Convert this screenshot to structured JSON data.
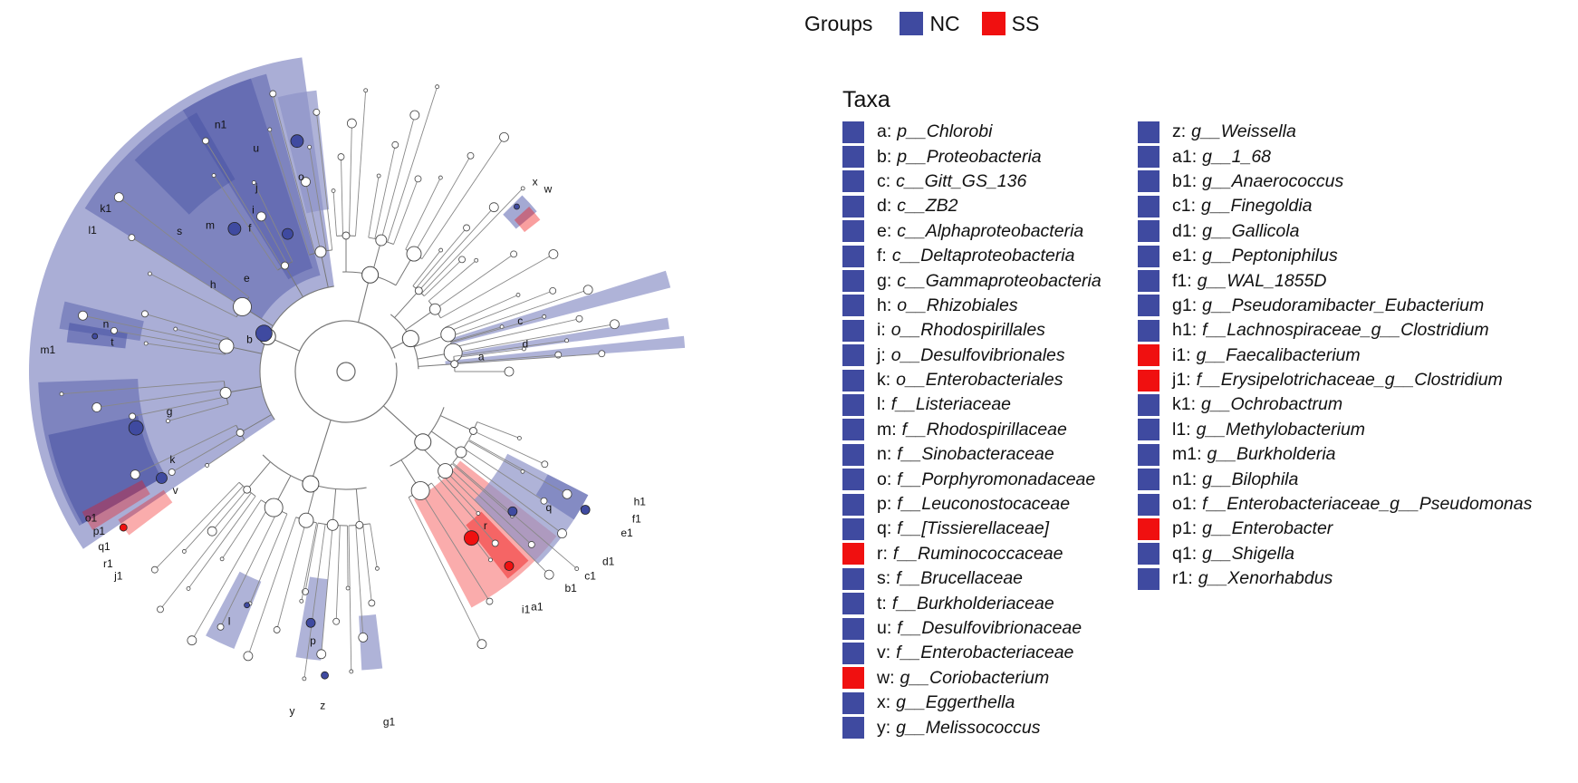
{
  "groups": {
    "title": "Groups",
    "items": [
      {
        "name": "NC",
        "color": "#3f4aa0"
      },
      {
        "name": "SS",
        "color": "#f01010"
      }
    ]
  },
  "taxa_title": "Taxa",
  "taxa": [
    {
      "code": "a:",
      "name": "p__Chlorobi",
      "group": "NC"
    },
    {
      "code": "b:",
      "name": "p__Proteobacteria",
      "group": "NC"
    },
    {
      "code": "c:",
      "name": "c__Gitt_GS_136",
      "group": "NC"
    },
    {
      "code": "d:",
      "name": "c__ZB2",
      "group": "NC"
    },
    {
      "code": "e:",
      "name": "c__Alphaproteobacteria",
      "group": "NC"
    },
    {
      "code": "f:",
      "name": "c__Deltaproteobacteria",
      "group": "NC"
    },
    {
      "code": "g:",
      "name": "c__Gammaproteobacteria",
      "group": "NC"
    },
    {
      "code": "h:",
      "name": "o__Rhizobiales",
      "group": "NC"
    },
    {
      "code": "i:",
      "name": "o__Rhodospirillales",
      "group": "NC"
    },
    {
      "code": "j:",
      "name": "o__Desulfovibrionales",
      "group": "NC"
    },
    {
      "code": "k:",
      "name": "o__Enterobacteriales",
      "group": "NC"
    },
    {
      "code": "l:",
      "name": "f__Listeriaceae",
      "group": "NC"
    },
    {
      "code": "m:",
      "name": "f__Rhodospirillaceae",
      "group": "NC"
    },
    {
      "code": "n:",
      "name": "f__Sinobacteraceae",
      "group": "NC"
    },
    {
      "code": "o:",
      "name": "f__Porphyromonadaceae",
      "group": "NC"
    },
    {
      "code": "p:",
      "name": "f__Leuconostocaceae",
      "group": "NC"
    },
    {
      "code": "q:",
      "name": "f__[Tissierellaceae]",
      "group": "NC"
    },
    {
      "code": "r:",
      "name": "f__Ruminococcaceae",
      "group": "SS"
    },
    {
      "code": "s:",
      "name": "f__Brucellaceae",
      "group": "NC"
    },
    {
      "code": "t:",
      "name": "f__Burkholderiaceae",
      "group": "NC"
    },
    {
      "code": "u:",
      "name": "f__Desulfovibrionaceae",
      "group": "NC"
    },
    {
      "code": "v:",
      "name": "f__Enterobacteriaceae",
      "group": "NC"
    },
    {
      "code": "w:",
      "name": "g__Coriobacterium",
      "group": "SS"
    },
    {
      "code": "x:",
      "name": "g__Eggerthella",
      "group": "NC"
    },
    {
      "code": "y:",
      "name": "g__Melissococcus",
      "group": "NC"
    },
    {
      "code": "z:",
      "name": "g__Weissella",
      "group": "NC"
    },
    {
      "code": "a1:",
      "name": "g__1_68",
      "group": "NC"
    },
    {
      "code": "b1:",
      "name": "g__Anaerococcus",
      "group": "NC"
    },
    {
      "code": "c1:",
      "name": "g__Finegoldia",
      "group": "NC"
    },
    {
      "code": "d1:",
      "name": "g__Gallicola",
      "group": "NC"
    },
    {
      "code": "e1:",
      "name": "g__Peptoniphilus",
      "group": "NC"
    },
    {
      "code": "f1:",
      "name": "g__WAL_1855D",
      "group": "NC"
    },
    {
      "code": "g1:",
      "name": "g__Pseudoramibacter_Eubacterium",
      "group": "NC"
    },
    {
      "code": "h1:",
      "name": "f__Lachnospiraceae_g__Clostridium",
      "group": "NC"
    },
    {
      "code": "i1:",
      "name": "g__Faecalibacterium",
      "group": "SS"
    },
    {
      "code": "j1:",
      "name": "f__Erysipelotrichaceae_g__Clostridium",
      "group": "SS"
    },
    {
      "code": "k1:",
      "name": "g__Ochrobactrum",
      "group": "NC"
    },
    {
      "code": "l1:",
      "name": "g__Methylobacterium",
      "group": "NC"
    },
    {
      "code": "m1:",
      "name": "g__Burkholderia",
      "group": "NC"
    },
    {
      "code": "n1:",
      "name": "g__Bilophila",
      "group": "NC"
    },
    {
      "code": "o1:",
      "name": "f__Enterobacteriaceae_g__Pseudomonas",
      "group": "NC"
    },
    {
      "code": "p1:",
      "name": "g__Enterobacter",
      "group": "SS"
    },
    {
      "code": "q1:",
      "name": "g__Shigella",
      "group": "NC"
    },
    {
      "code": "r1:",
      "name": "g__Xenorhabdus",
      "group": "NC"
    }
  ],
  "tree_labels": [
    "a",
    "b",
    "c",
    "d",
    "e",
    "f",
    "g",
    "h",
    "i",
    "j",
    "k",
    "l",
    "m",
    "n",
    "o",
    "p",
    "q",
    "r",
    "s",
    "t",
    "u",
    "v",
    "w",
    "x",
    "y",
    "z",
    "a1",
    "b1",
    "c1",
    "d1",
    "e1",
    "f1",
    "g1",
    "h1",
    "i1",
    "j1",
    "k1",
    "l1",
    "m1",
    "n1",
    "o1",
    "p1",
    "q1",
    "r1"
  ]
}
